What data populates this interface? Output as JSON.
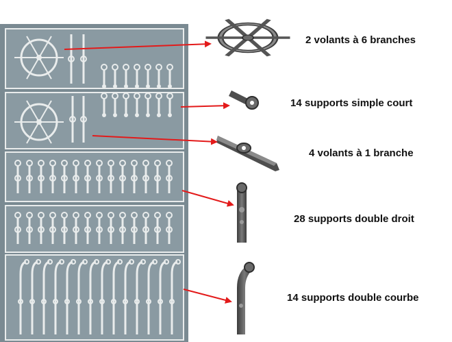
{
  "parts": [
    {
      "label": "2 volants à 6 branches"
    },
    {
      "label": "14 supports simple court"
    },
    {
      "label": "4 volants à 1 branche"
    },
    {
      "label": "28 supports double droit"
    },
    {
      "label": "14 supports double courbe"
    }
  ],
  "colors": {
    "fret_background": "#7a8a92",
    "part_metal": "#e9ecec",
    "part_3d": "#5e5e5e",
    "arrow": "#e31a1a"
  }
}
